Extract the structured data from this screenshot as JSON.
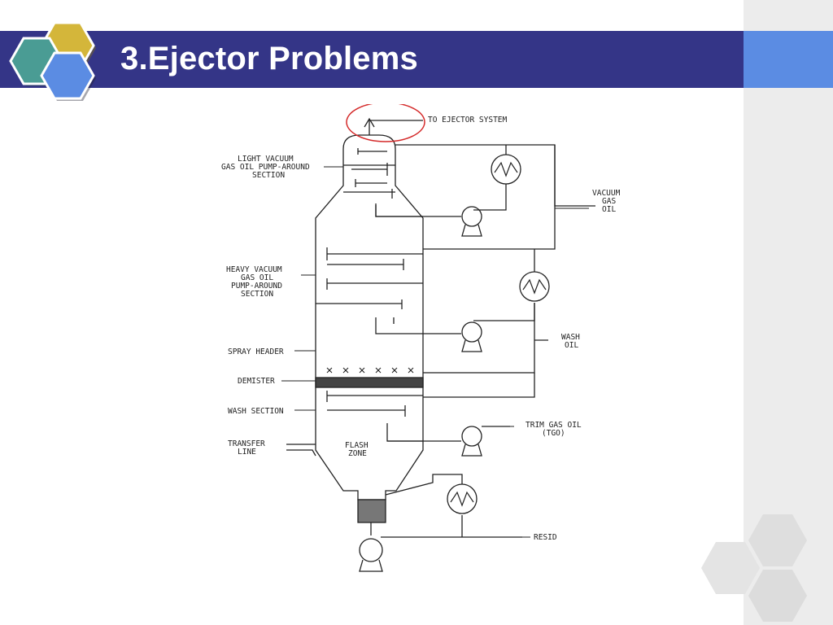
{
  "slide": {
    "title": "3.Ejector Problems"
  },
  "colors": {
    "title_bar": "#343587",
    "title_accent": "#5b8ce3",
    "hex_teal": "#4a9c94",
    "hex_gold": "#d4b63a",
    "hex_blue": "#5b8ce3",
    "highlight_ellipse": "#d42a2a"
  },
  "diagram": {
    "labels": {
      "to_ejector_system": "TO EJECTOR SYSTEM",
      "light_vacuum_1": "LIGHT VACUUM",
      "light_vacuum_2": "GAS OIL PUMP-AROUND",
      "light_vacuum_3": "SECTION",
      "vacuum_gas_oil_1": "VACUUM",
      "vacuum_gas_oil_2": "GAS",
      "vacuum_gas_oil_3": "OIL",
      "heavy_vacuum_1": "HEAVY VACUUM",
      "heavy_vacuum_2": "GAS OIL",
      "heavy_vacuum_3": "PUMP-AROUND",
      "heavy_vacuum_4": "SECTION",
      "wash_oil_1": "WASH",
      "wash_oil_2": "OIL",
      "spray_header": "SPRAY HEADER",
      "demister": "DEMISTER",
      "wash_section": "WASH SECTION",
      "trim_gas_oil_1": "TRIM GAS OIL",
      "trim_gas_oil_2": "(TGO)",
      "transfer_line_1": "TRANSFER",
      "transfer_line_2": "LINE",
      "flash_zone_1": "FLASH",
      "flash_zone_2": "ZONE",
      "resid": "RESID"
    }
  }
}
